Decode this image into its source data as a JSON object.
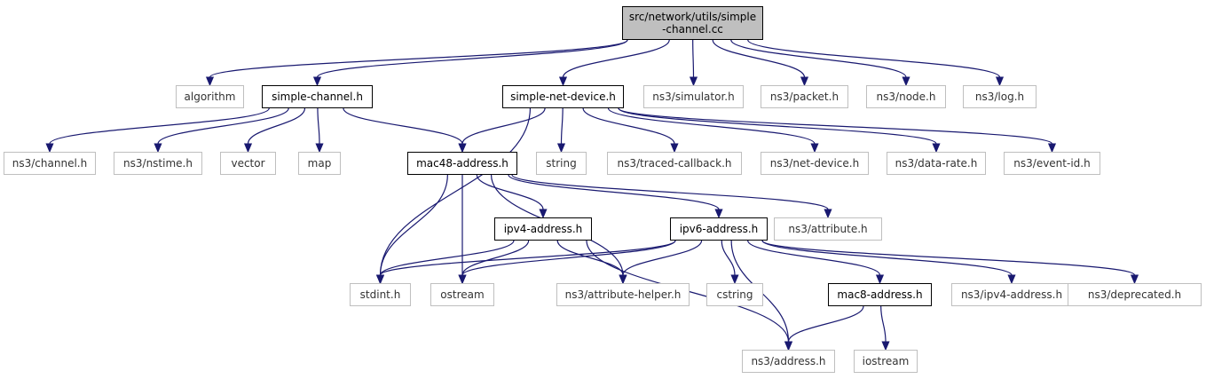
{
  "style": {
    "edge_color": "#191970",
    "root_fill": "#bfbfbf",
    "external_border": "#bfbfbf",
    "documented_border": "#000000"
  },
  "nodes": {
    "root": {
      "line1": "src/network/utils/simple",
      "line2": "-channel.cc"
    },
    "algorithm": "algorithm",
    "simple_channel_h": "simple-channel.h",
    "simple_net_device_h": "simple-net-device.h",
    "simulator_h": "ns3/simulator.h",
    "packet_h": "ns3/packet.h",
    "node_h": "ns3/node.h",
    "log_h": "ns3/log.h",
    "channel_h": "ns3/channel.h",
    "nstime_h": "ns3/nstime.h",
    "vector": "vector",
    "map": "map",
    "mac48_address_h": "mac48-address.h",
    "string": "string",
    "traced_callback_h": "ns3/traced-callback.h",
    "net_device_h": "ns3/net-device.h",
    "data_rate_h": "ns3/data-rate.h",
    "event_id_h": "ns3/event-id.h",
    "attribute_h": "ns3/attribute.h",
    "ipv4_address_h": "ipv4-address.h",
    "ipv6_address_h": "ipv6-address.h",
    "stdint_h": "stdint.h",
    "ostream": "ostream",
    "attribute_helper_h": "ns3/attribute-helper.h",
    "cstring": "cstring",
    "mac8_address_h": "mac8-address.h",
    "ns3_ipv4_address_h": "ns3/ipv4-address.h",
    "deprecated_h": "ns3/deprecated.h",
    "address_h": "ns3/address.h",
    "iostream": "iostream"
  },
  "edges": [
    [
      "root",
      "algorithm"
    ],
    [
      "root",
      "simple_channel_h"
    ],
    [
      "root",
      "simple_net_device_h"
    ],
    [
      "root",
      "simulator_h"
    ],
    [
      "root",
      "packet_h"
    ],
    [
      "root",
      "node_h"
    ],
    [
      "root",
      "log_h"
    ],
    [
      "simple_channel_h",
      "channel_h"
    ],
    [
      "simple_channel_h",
      "nstime_h"
    ],
    [
      "simple_channel_h",
      "vector"
    ],
    [
      "simple_channel_h",
      "map"
    ],
    [
      "simple_channel_h",
      "mac48_address_h"
    ],
    [
      "simple_net_device_h",
      "stdint_h"
    ],
    [
      "simple_net_device_h",
      "mac48_address_h"
    ],
    [
      "simple_net_device_h",
      "string"
    ],
    [
      "simple_net_device_h",
      "traced_callback_h"
    ],
    [
      "simple_net_device_h",
      "net_device_h"
    ],
    [
      "simple_net_device_h",
      "data_rate_h"
    ],
    [
      "simple_net_device_h",
      "event_id_h"
    ],
    [
      "mac48_address_h",
      "stdint_h"
    ],
    [
      "mac48_address_h",
      "ostream"
    ],
    [
      "mac48_address_h",
      "ipv4_address_h"
    ],
    [
      "mac48_address_h",
      "attribute_helper_h"
    ],
    [
      "mac48_address_h",
      "ipv6_address_h"
    ],
    [
      "mac48_address_h",
      "attribute_h"
    ],
    [
      "ipv4_address_h",
      "stdint_h"
    ],
    [
      "ipv4_address_h",
      "ostream"
    ],
    [
      "ipv4_address_h",
      "attribute_helper_h"
    ],
    [
      "ipv4_address_h",
      "address_h"
    ],
    [
      "ipv6_address_h",
      "stdint_h"
    ],
    [
      "ipv6_address_h",
      "ostream"
    ],
    [
      "ipv6_address_h",
      "attribute_helper_h"
    ],
    [
      "ipv6_address_h",
      "cstring"
    ],
    [
      "ipv6_address_h",
      "address_h"
    ],
    [
      "ipv6_address_h",
      "mac8_address_h"
    ],
    [
      "ipv6_address_h",
      "ns3_ipv4_address_h"
    ],
    [
      "ipv6_address_h",
      "deprecated_h"
    ],
    [
      "mac8_address_h",
      "address_h"
    ],
    [
      "mac8_address_h",
      "iostream"
    ]
  ]
}
